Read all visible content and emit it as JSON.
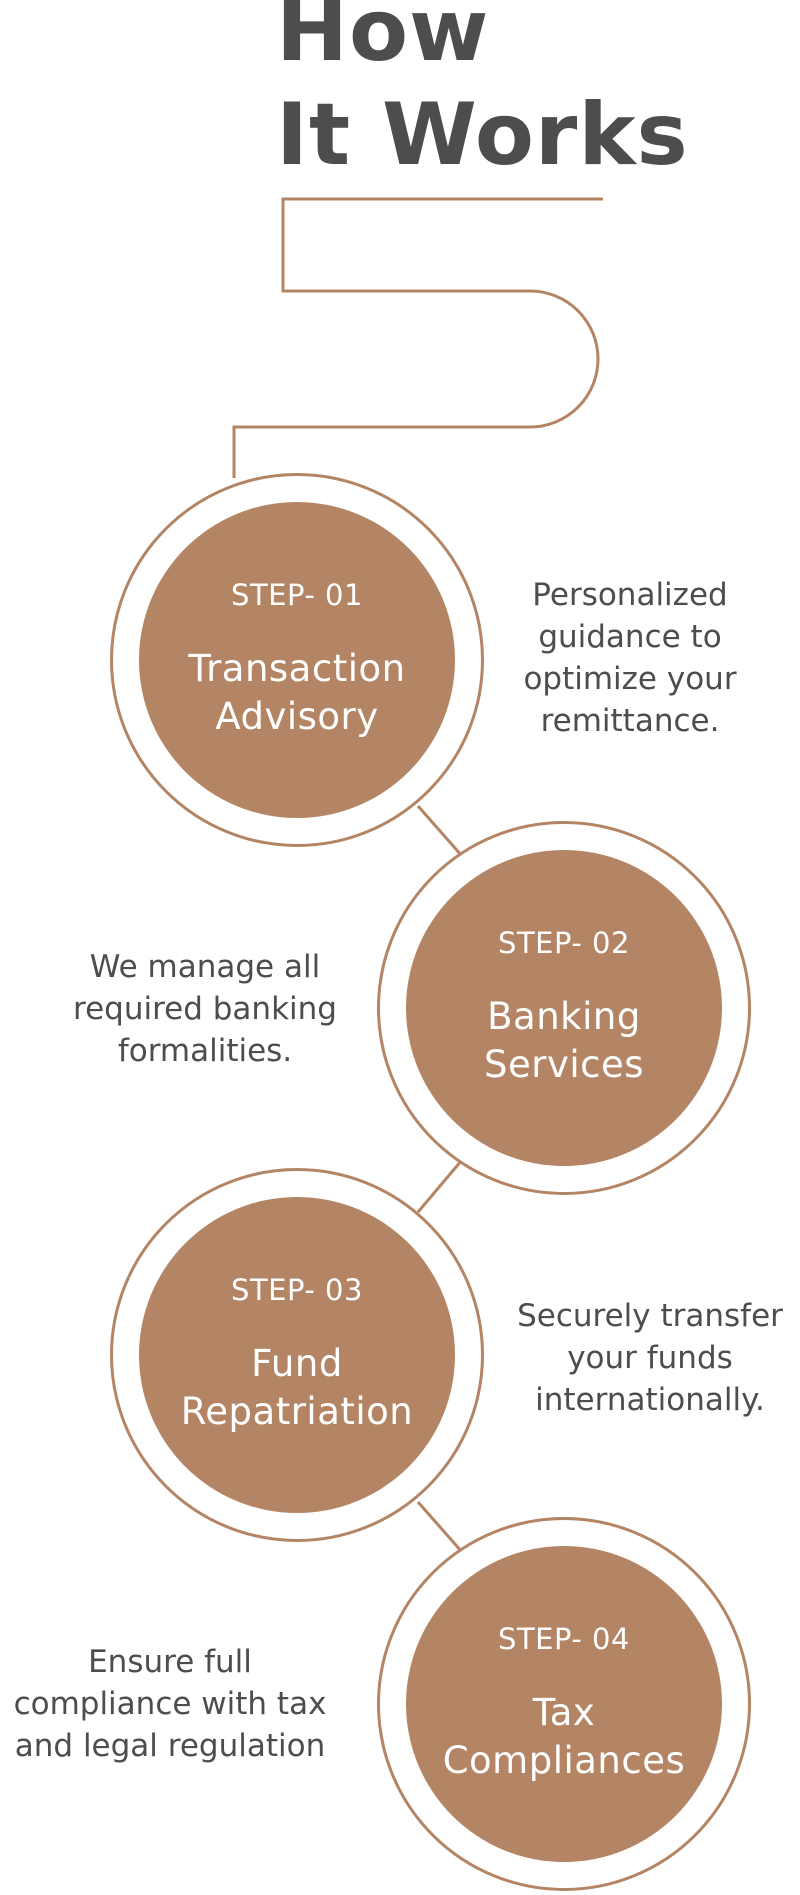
{
  "heading": {
    "line1": "How",
    "line2": "It Works"
  },
  "colors": {
    "accent": "#b48565",
    "text": "#4d4d4f",
    "background": "#ffffff"
  },
  "steps": [
    {
      "label": "STEP- 01",
      "title_line1": "Transaction",
      "title_line2": "Advisory",
      "desc_line1": "Personalized",
      "desc_line2": "guidance to",
      "desc_line3": "optimize your",
      "desc_line4": "remittance."
    },
    {
      "label": "STEP- 02",
      "title_line1": "Banking",
      "title_line2": "Services",
      "desc_line1": "We manage all",
      "desc_line2": "required banking",
      "desc_line3": "formalities."
    },
    {
      "label": "STEP- 03",
      "title_line1": "Fund",
      "title_line2": "Repatriation",
      "desc_line1": "Securely transfer",
      "desc_line2": "your funds",
      "desc_line3": "internationally."
    },
    {
      "label": "STEP- 04",
      "title_line1": "Tax",
      "title_line2": "Compliances",
      "desc_line1": "Ensure full",
      "desc_line2": "compliance with tax",
      "desc_line3": "and legal regulation"
    }
  ]
}
